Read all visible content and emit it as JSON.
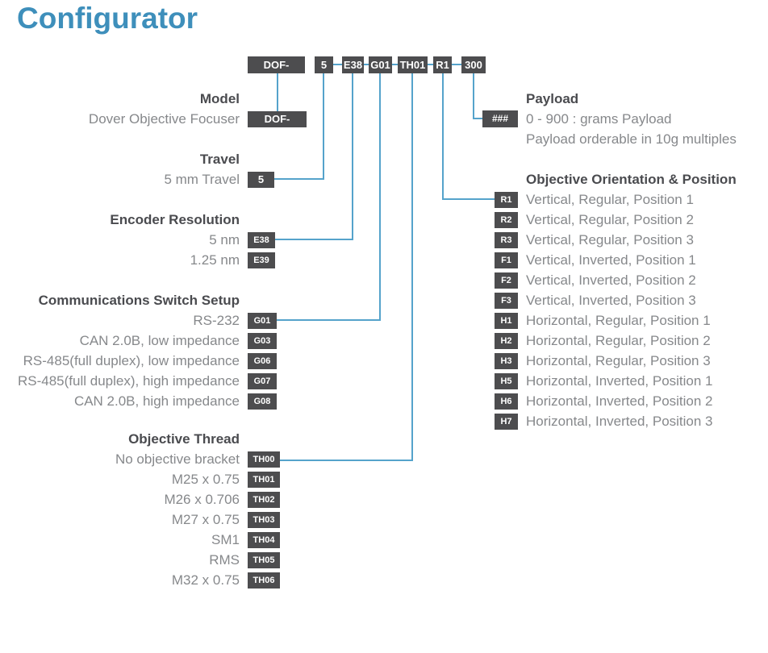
{
  "page": {
    "title": "Configurator"
  },
  "colors": {
    "title_blue": "#3E8FBB",
    "connector_blue": "#55A3CB",
    "code_box_gray": "#4D4D4F",
    "header_text": "#4A4B4F",
    "label_text": "#86888B"
  },
  "part_number": {
    "segments": [
      {
        "code": "DOF-"
      },
      {
        "code": "5"
      },
      {
        "code": "E38"
      },
      {
        "code": "G01"
      },
      {
        "code": "TH01"
      },
      {
        "code": "R1"
      },
      {
        "code": "300"
      }
    ]
  },
  "left_sections": [
    {
      "title": "Model",
      "options": [
        {
          "label": "Dover Objective Focuser",
          "code": "DOF-"
        }
      ]
    },
    {
      "title": "Travel",
      "options": [
        {
          "label": "5 mm Travel",
          "code": "5"
        }
      ]
    },
    {
      "title": "Encoder Resolution",
      "options": [
        {
          "label": "5 nm",
          "code": "E38"
        },
        {
          "label": "1.25 nm",
          "code": "E39"
        }
      ]
    },
    {
      "title": "Communications Switch Setup",
      "options": [
        {
          "label": "RS-232",
          "code": "G01"
        },
        {
          "label": "CAN 2.0B, low impedance",
          "code": "G03"
        },
        {
          "label": "RS-485(full duplex), low impedance",
          "code": "G06"
        },
        {
          "label": "RS-485(full duplex), high impedance",
          "code": "G07"
        },
        {
          "label": "CAN 2.0B, high impedance",
          "code": "G08"
        }
      ]
    },
    {
      "title": "Objective Thread",
      "options": [
        {
          "label": "No objective bracket",
          "code": "TH00"
        },
        {
          "label": "M25 x 0.75",
          "code": "TH01"
        },
        {
          "label": "M26 x 0.706",
          "code": "TH02"
        },
        {
          "label": "M27 x 0.75",
          "code": "TH03"
        },
        {
          "label": "SM1",
          "code": "TH04"
        },
        {
          "label": "RMS",
          "code": "TH05"
        },
        {
          "label": "M32 x 0.75",
          "code": "TH06"
        }
      ]
    }
  ],
  "right_sections": {
    "payload": {
      "title": "Payload",
      "code": "###",
      "line1": "0  - 900 : grams Payload",
      "line2": "Payload orderable in 10g multiples"
    },
    "orientation": {
      "title": "Objective Orientation & Position",
      "options": [
        {
          "code": "R1",
          "label": "Vertical, Regular, Position 1"
        },
        {
          "code": "R2",
          "label": "Vertical, Regular, Position 2"
        },
        {
          "code": "R3",
          "label": "Vertical, Regular, Position 3"
        },
        {
          "code": "F1",
          "label": "Vertical, Inverted, Position 1"
        },
        {
          "code": "F2",
          "label": "Vertical, Inverted, Position 2"
        },
        {
          "code": "F3",
          "label": "Vertical, Inverted, Position 3"
        },
        {
          "code": "H1",
          "label": "Horizontal, Regular, Position 1"
        },
        {
          "code": "H2",
          "label": "Horizontal, Regular, Position 2"
        },
        {
          "code": "H3",
          "label": "Horizontal, Regular, Position 3"
        },
        {
          "code": "H5",
          "label": "Horizontal, Inverted, Position 1"
        },
        {
          "code": "H6",
          "label": "Horizontal, Inverted, Position 2"
        },
        {
          "code": "H7",
          "label": "Horizontal, Inverted, Position 3"
        }
      ]
    }
  }
}
